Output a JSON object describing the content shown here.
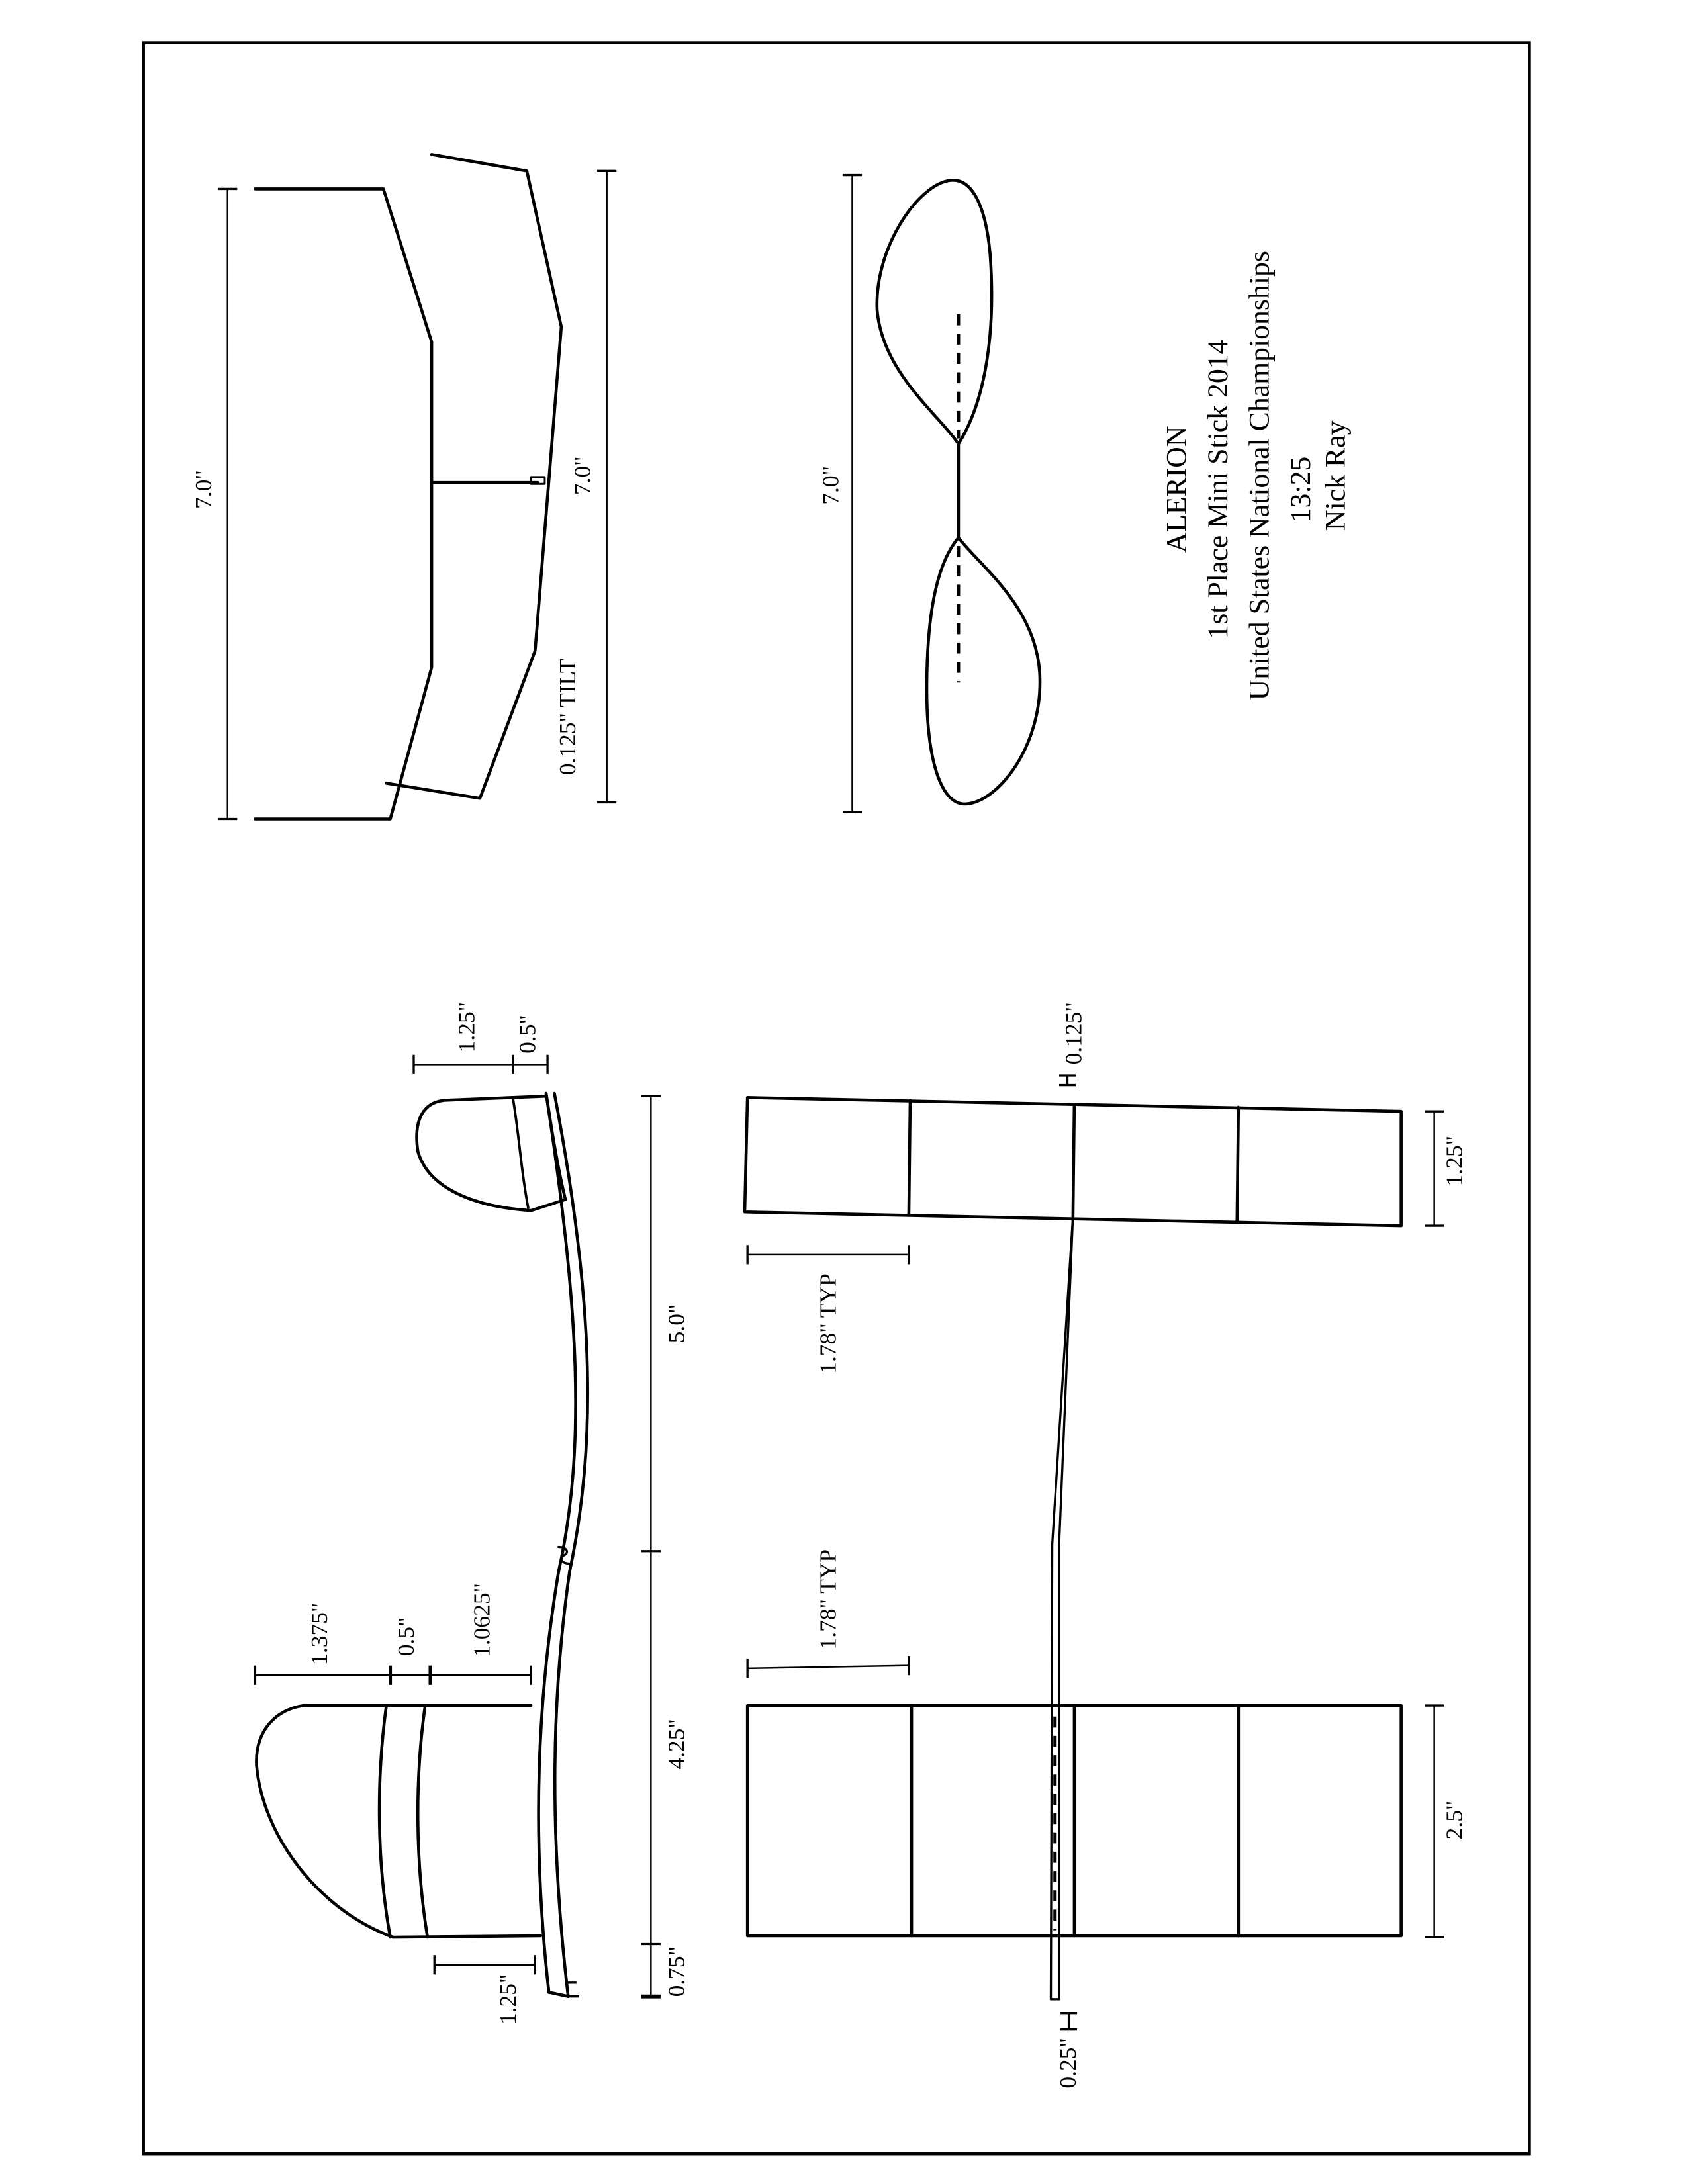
{
  "title_block": {
    "name": "ALERION",
    "award": "1st Place Mini Stick 2014",
    "event": "United States National Championships",
    "time": "13:25",
    "author": "Nick Ray"
  },
  "wing_view": {
    "span_dim": "7.0\"",
    "span_dim_2": "7.0\"",
    "tilt_note": "0.125\" TILT"
  },
  "propeller_view": {
    "diameter_dim": "7.0\""
  },
  "side_view": {
    "rudder_chord_dim": "1.25\"",
    "rudder_offset_dim": "0.5\"",
    "fin_dim_1": "1.375\"",
    "fin_dim_2": "0.5\"",
    "fin_dim_3": "1.0625\"",
    "fin_base_dim": "1.25\"",
    "length_dim_1": "5.0\"",
    "length_dim_2": "4.25\"",
    "length_dim_3": "0.75\""
  },
  "plan_view": {
    "stab_panel_dim": "1.78\" TYP",
    "wing_panel_dim": "1.78\" TYP",
    "stab_chord_dim": "1.25\"",
    "wing_chord_dim": "2.5\"",
    "stick_top_dim": "0.125\"",
    "stick_bottom_dim": "0.25\""
  }
}
